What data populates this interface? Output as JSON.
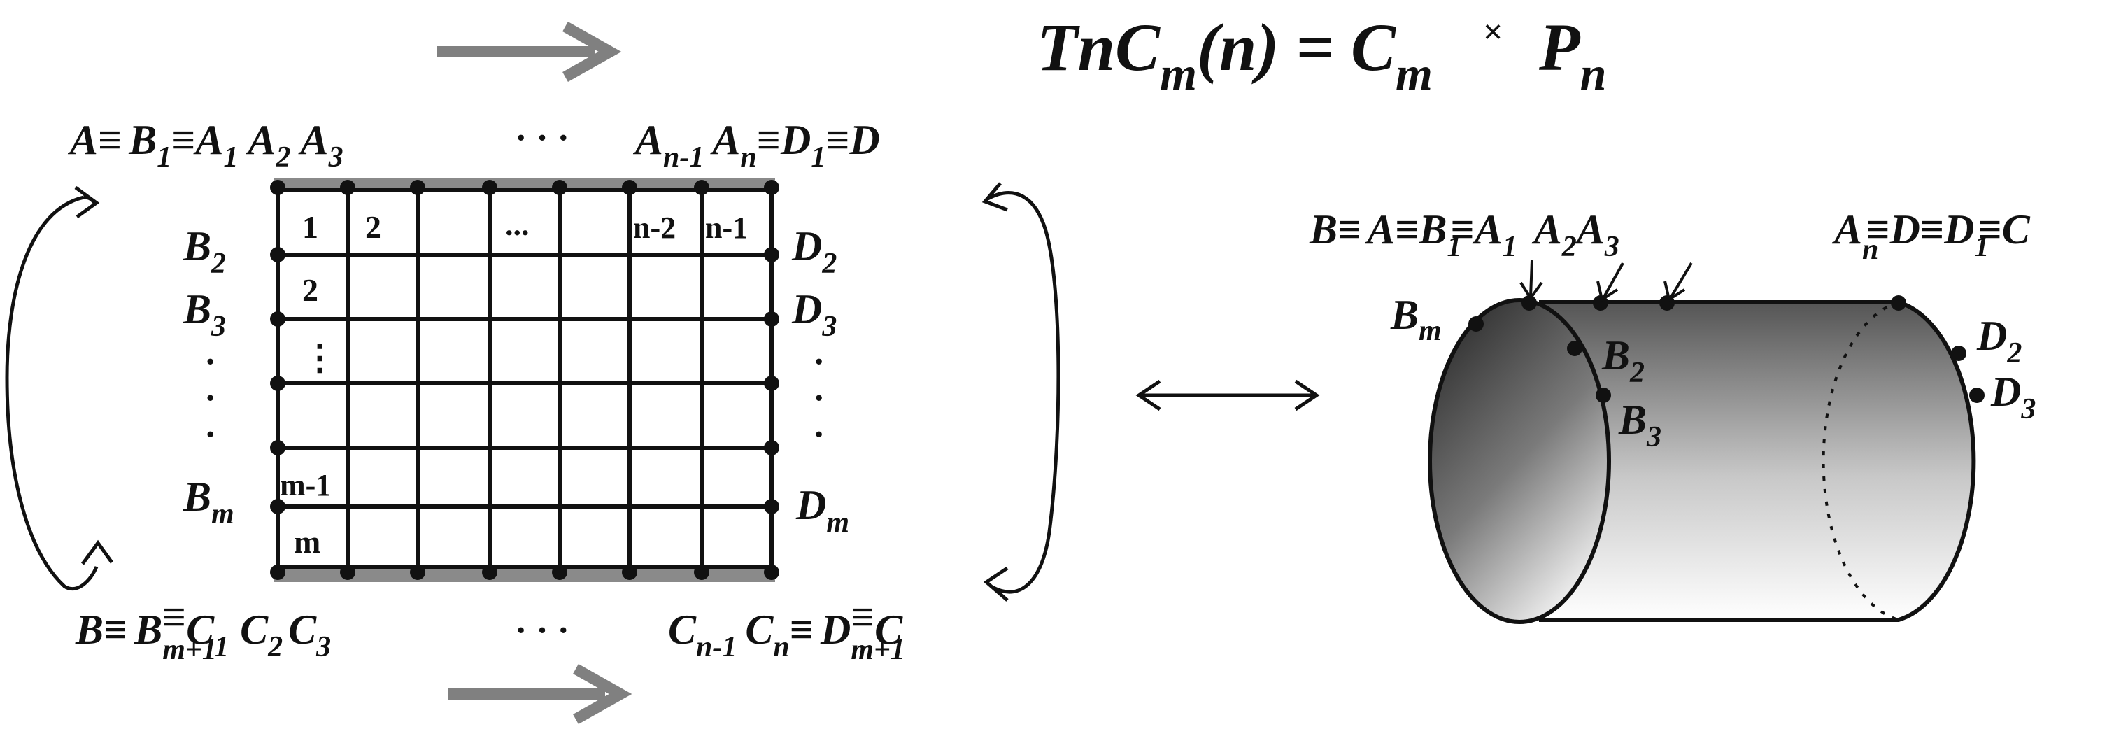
{
  "title": {
    "lhs": "TnC",
    "lhs_sub": "m",
    "arg": "(n) = C",
    "rhs_sub": "m",
    "times": "×",
    "p": "P",
    "p_sub": "n"
  },
  "grid": {
    "rows": 6,
    "cols": 7,
    "cells": [
      "1",
      "2",
      "...",
      "n-2",
      "n-1",
      "2",
      "⋮",
      "m-1",
      "m"
    ]
  },
  "labels": {
    "top": {
      "A": "A",
      "eq": "≡",
      "B": "B",
      "one": "1",
      "A1": "A",
      "A2": "A",
      "two": "2",
      "A3": "A",
      "three": "3",
      "dots": "· · ·",
      "An1": "A",
      "n1": "n-1",
      "An": "A",
      "n": "n",
      "D1": "D",
      "D": "D"
    },
    "bottom": {
      "B": "B",
      "eq": "≡",
      "Bm1": "B",
      "m1": "m+1",
      "C1": "C",
      "one": "1",
      "C2": "C",
      "two": "2",
      "C3": "C",
      "three": "3",
      "dots": "· · ·",
      "Cn1": "C",
      "n1": "n-1",
      "Cn": "C",
      "n": "n",
      "Dm1": "D",
      "C": "C"
    },
    "left": {
      "B2": "B",
      "two": "2",
      "B3": "B",
      "three": "3",
      "dot": "·",
      "Bm": "B",
      "m": "m"
    },
    "right": {
      "D2": "D",
      "two": "2",
      "D3": "D",
      "three": "3",
      "dot": "·",
      "Dm": "D",
      "m": "m"
    },
    "cyl_top_left": {
      "B": "B",
      "eq": "≡",
      "A": "A",
      "B1": "B",
      "one": "1",
      "A1": "A",
      "A2": "A",
      "two": "2",
      "A3": "A",
      "three": "3"
    },
    "cyl_top_right": {
      "A": "A",
      "n": "n",
      "eq": "≡",
      "D": "D",
      "D1": "D",
      "one": "1",
      "C": "C"
    },
    "cyl_side": {
      "Bm": "B",
      "m": "m",
      "B2": "B",
      "two": "2",
      "B3": "B",
      "three": "3",
      "D2": "D",
      "D3": "D"
    }
  },
  "colors": {
    "ink": "#111111",
    "gray_arrow": "#808080",
    "grid_edge": "#8a8a8a",
    "cyl_dark": "#3a3a3a",
    "cyl_light": "#ffffff"
  }
}
